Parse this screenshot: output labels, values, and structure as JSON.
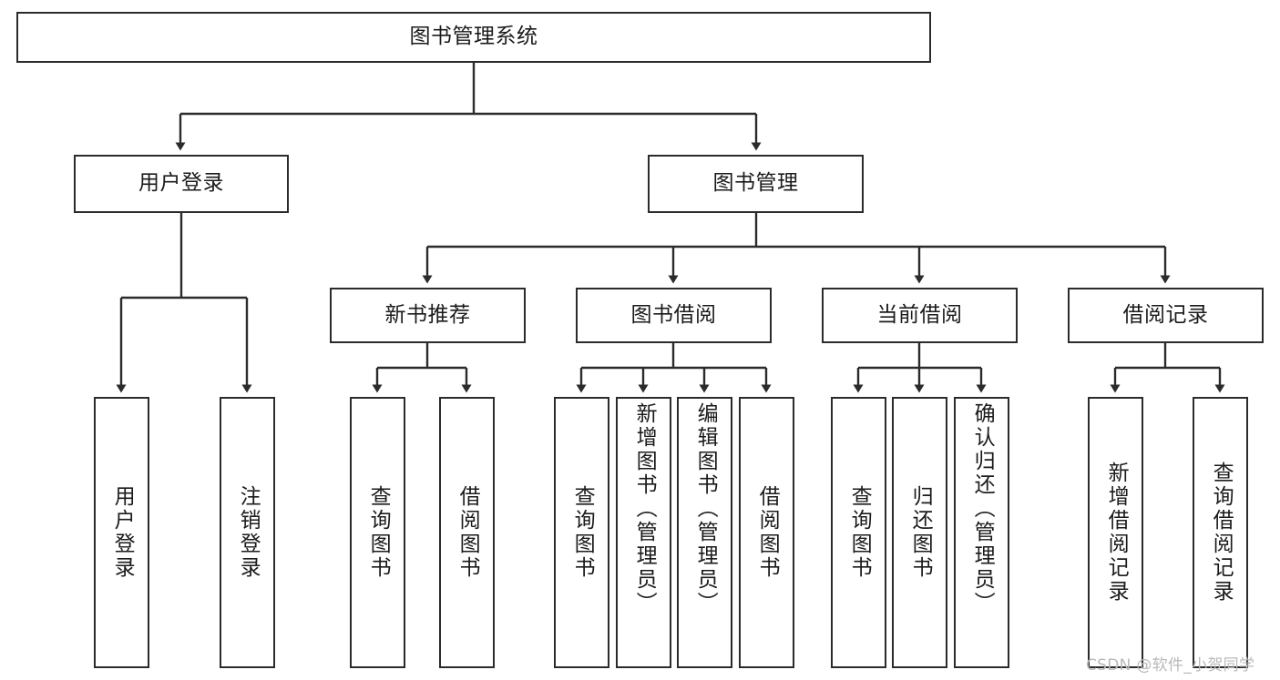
{
  "diagram": {
    "type": "hierarchy-tree",
    "title": "图书管理系统",
    "orientation": "top-down",
    "edge_color": "#2b2b2b",
    "box_border_color": "#2b2b2b",
    "box_fill_color": "#ffffff",
    "text_color": "#1b1b1b",
    "levels": [
      {
        "level": 1,
        "nodes": [
          {
            "id": "root",
            "label": "图书管理系统",
            "text_direction": "horizontal"
          }
        ]
      },
      {
        "level": 2,
        "nodes": [
          {
            "id": "login",
            "label": "用户登录",
            "text_direction": "horizontal",
            "parent": "root"
          },
          {
            "id": "bookmgmt",
            "label": "图书管理",
            "text_direction": "horizontal",
            "parent": "root"
          }
        ]
      },
      {
        "level": 3,
        "nodes": [
          {
            "id": "newbook",
            "label": "新书推荐",
            "text_direction": "horizontal",
            "parent": "bookmgmt"
          },
          {
            "id": "borrow",
            "label": "图书借阅",
            "text_direction": "horizontal",
            "parent": "bookmgmt"
          },
          {
            "id": "current",
            "label": "当前借阅",
            "text_direction": "horizontal",
            "parent": "bookmgmt"
          },
          {
            "id": "records",
            "label": "借阅记录",
            "text_direction": "horizontal",
            "parent": "bookmgmt"
          }
        ]
      },
      {
        "level": 4,
        "nodes": [
          {
            "id": "leaf1",
            "label": "用户登录",
            "text_direction": "vertical",
            "parent": "login"
          },
          {
            "id": "leaf2",
            "label": "注销登录",
            "text_direction": "vertical",
            "parent": "login"
          },
          {
            "id": "leaf3",
            "label": "查询图书",
            "text_direction": "vertical",
            "parent": "newbook"
          },
          {
            "id": "leaf4",
            "label": "借阅图书",
            "text_direction": "vertical",
            "parent": "newbook"
          },
          {
            "id": "leaf5",
            "label": "查询图书",
            "text_direction": "vertical",
            "parent": "borrow"
          },
          {
            "id": "leaf6",
            "label": "新增图书（管理员）",
            "text_direction": "vertical",
            "parent": "borrow"
          },
          {
            "id": "leaf7",
            "label": "编辑图书（管理员）",
            "text_direction": "vertical",
            "parent": "borrow"
          },
          {
            "id": "leaf8",
            "label": "借阅图书",
            "text_direction": "vertical",
            "parent": "borrow"
          },
          {
            "id": "leaf9",
            "label": "查询图书",
            "text_direction": "vertical",
            "parent": "current"
          },
          {
            "id": "leaf10",
            "label": "归还图书",
            "text_direction": "vertical",
            "parent": "current"
          },
          {
            "id": "leaf11",
            "label": "确认归还（管理员）",
            "text_direction": "vertical",
            "parent": "current"
          },
          {
            "id": "leaf12",
            "label": "新增借阅记录",
            "text_direction": "vertical",
            "parent": "records"
          },
          {
            "id": "leaf13",
            "label": "查询借阅记录",
            "text_direction": "vertical",
            "parent": "records"
          }
        ]
      }
    ]
  },
  "watermark": {
    "text": "CSDN @软件_小贺同学",
    "color": "#b9b9b9"
  }
}
